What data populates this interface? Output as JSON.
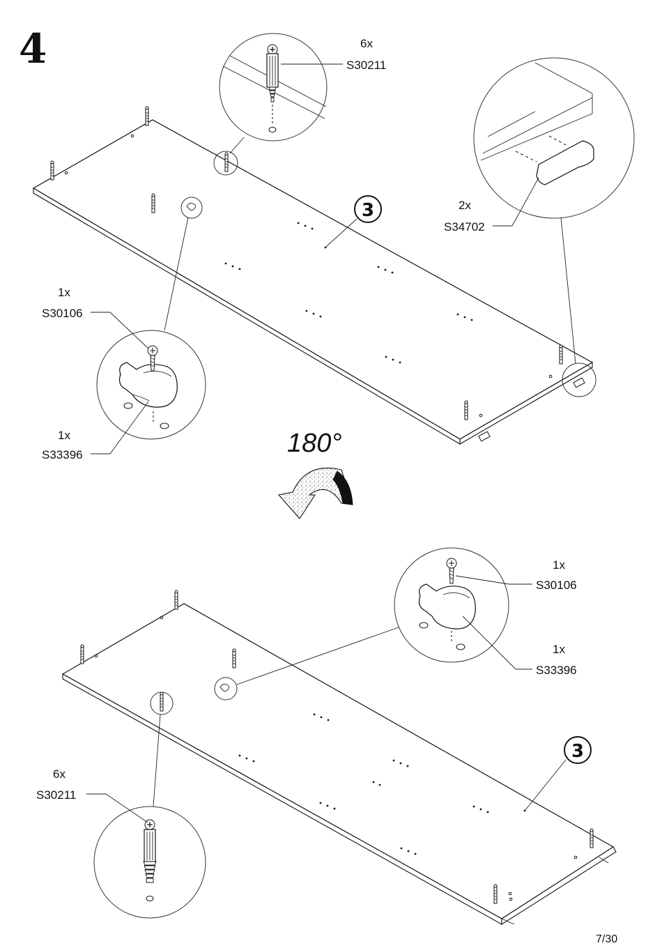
{
  "step": {
    "number": "4"
  },
  "page_number": "7/30",
  "rotation_label": "180°",
  "top_view": {
    "panel_label": "3",
    "callouts": {
      "dowel": {
        "qty": "6x",
        "code": "S30211"
      },
      "glider": {
        "qty": "2x",
        "code": "S34702"
      },
      "screw": {
        "qty": "1x",
        "code": "S30106"
      },
      "bracket": {
        "qty": "1x",
        "code": "S33396"
      }
    }
  },
  "bottom_view": {
    "panel_label": "3",
    "callouts": {
      "screw": {
        "qty": "1x",
        "code": "S30106"
      },
      "bracket": {
        "qty": "1x",
        "code": "S33396"
      },
      "dowel": {
        "qty": "6x",
        "code": "S30211"
      }
    }
  }
}
